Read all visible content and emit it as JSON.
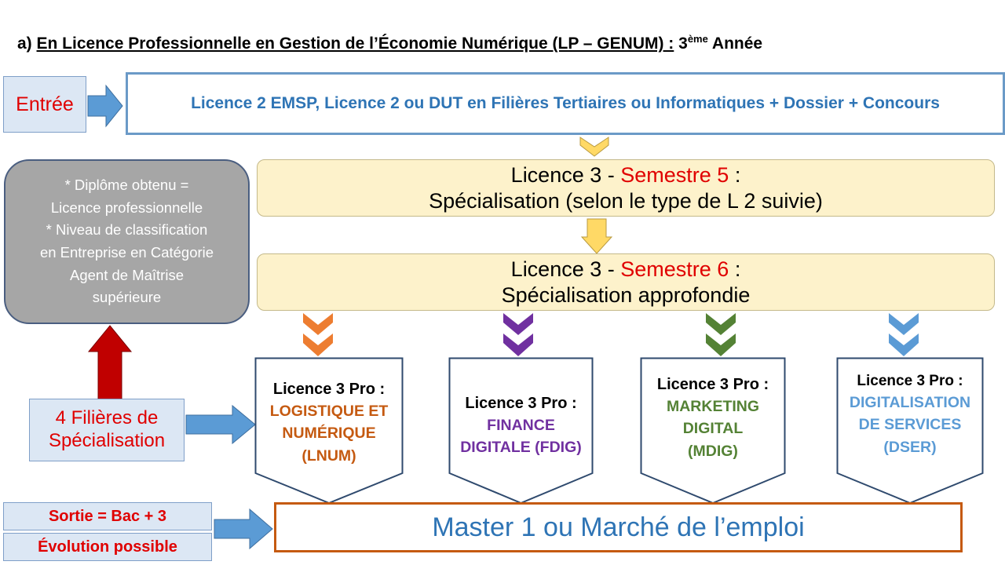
{
  "heading": {
    "prefix": "a) ",
    "underlined": "En Licence Professionnelle en Gestion de l’Économie Numérique (LP –   GENUM) :",
    "year_num": " 3",
    "year_sup": "ème",
    "year_word": " Année"
  },
  "entree_label": "Entrée",
  "entry_requirements": "Licence 2 EMSP, Licence 2 ou DUT en Filières Tertiaires ou Informatiques + Dossier + Concours",
  "semester5": {
    "prefix": "Licence 3 - ",
    "semester": "Semestre 5",
    "suffix": " :",
    "description": "Spécialisation (selon le type de L 2 suivie)"
  },
  "semester6": {
    "prefix": "Licence 3 - ",
    "semester": "Semestre 6",
    "suffix": " :",
    "description": "Spécialisation approfondie"
  },
  "diploma_info": [
    "* Diplôme obtenu =",
    "Licence professionnelle",
    "* Niveau de classification",
    "en Entreprise en Catégorie",
    "Agent de Maîtrise",
    "supérieure"
  ],
  "filieres_label": [
    "4 Filières de",
    "Spécialisation"
  ],
  "specializations": [
    {
      "heading": "Licence 3 Pro :",
      "lines": [
        "LOGISTIQUE ET",
        "NUMÉRIQUE",
        "(LNUM)"
      ],
      "color": "#c55a11"
    },
    {
      "heading": "Licence 3 Pro :",
      "lines": [
        "FINANCE",
        "DIGITALE (FDIG)"
      ],
      "color": "#7030a0"
    },
    {
      "heading": "Licence 3 Pro :",
      "lines": [
        "MARKETING",
        "DIGITAL",
        "(MDIG)"
      ],
      "color": "#548235"
    },
    {
      "heading": "Licence 3 Pro :",
      "lines": [
        "DIGITALISATION",
        "DE SERVICES",
        "(DSER)"
      ],
      "color": "#5b9bd5"
    }
  ],
  "sortie_label": "Sortie = Bac + 3",
  "evolution_label": "Évolution possible",
  "outcome": "Master 1 ou Marché de l’emploi",
  "colors": {
    "blue_arrow": "#5b9bd5",
    "yellow_arrow": "#ffd966",
    "red_arrow": "#c00000",
    "orange_chevron": "#ed7d31",
    "purple_chevron": "#7030a0",
    "green_chevron": "#548235",
    "blue_chevron": "#5b9bd5"
  }
}
